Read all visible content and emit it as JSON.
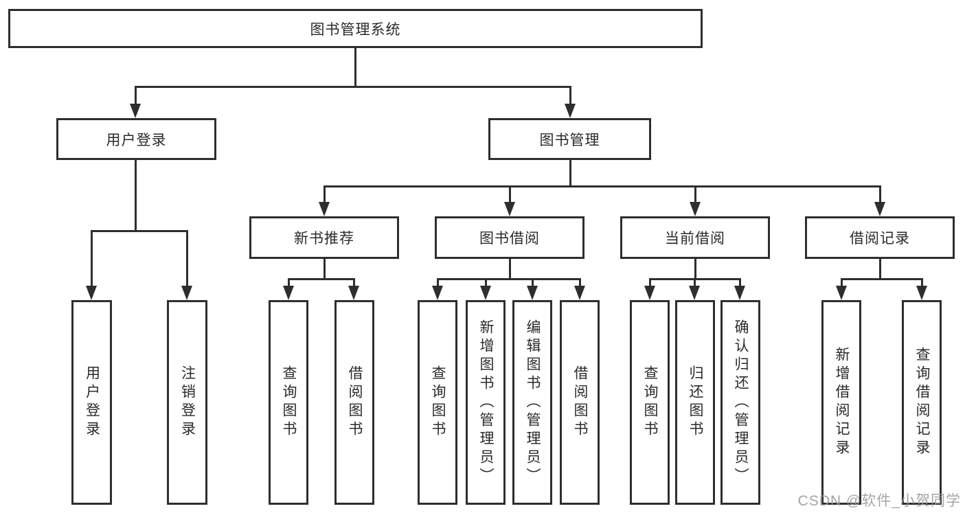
{
  "tree": {
    "root": "图书管理系统",
    "children": [
      {
        "label": "用户登录",
        "children": [
          "用户登录",
          "注销登录"
        ]
      },
      {
        "label": "图书管理",
        "children": [
          {
            "label": "新书推荐",
            "children": [
              "查询图书",
              "借阅图书"
            ]
          },
          {
            "label": "图书借阅",
            "children": [
              "查询图书",
              "新增图书（管理员）",
              "编辑图书（管理员）",
              "借阅图书"
            ]
          },
          {
            "label": "当前借阅",
            "children": [
              "查询图书",
              "归还图书",
              "确认归还（管理员）"
            ]
          },
          {
            "label": "借阅记录",
            "children": [
              "新增借阅记录",
              "查询借阅记录"
            ]
          }
        ]
      }
    ]
  },
  "watermark": "CSDN @软件_小贺同学",
  "colors": {
    "line": "#2e2e2e",
    "background": "#ffffff",
    "watermark": "#9b9b9b"
  }
}
